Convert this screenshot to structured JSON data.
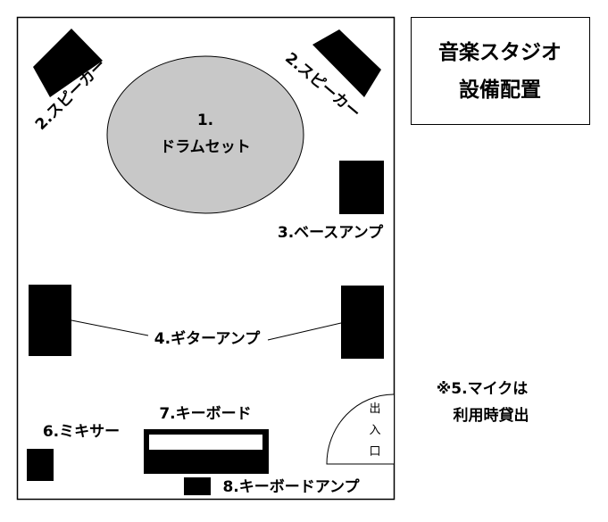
{
  "title": {
    "line1": "音楽スタジオ",
    "line2": "設備配置"
  },
  "labels": {
    "speaker_left": "2.スピーカー",
    "speaker_right": "2.スピーカー",
    "drum_number": "1.",
    "drum_name": "ドラムセット",
    "bass_amp": "3.ベースアンプ",
    "guitar_amp": "4.ギターアンプ",
    "mixer": "6.ミキサー",
    "keyboard": "7.キーボード",
    "keyboard_amp": "8.キーボードアンプ",
    "entrance_1": "出",
    "entrance_2": "入",
    "entrance_3": "口",
    "note_line1": "※5.マイクは",
    "note_line2": "利用時貸出"
  },
  "colors": {
    "equipment": "#000000",
    "drum_fill": "#c8c8c8",
    "line": "#000000"
  }
}
